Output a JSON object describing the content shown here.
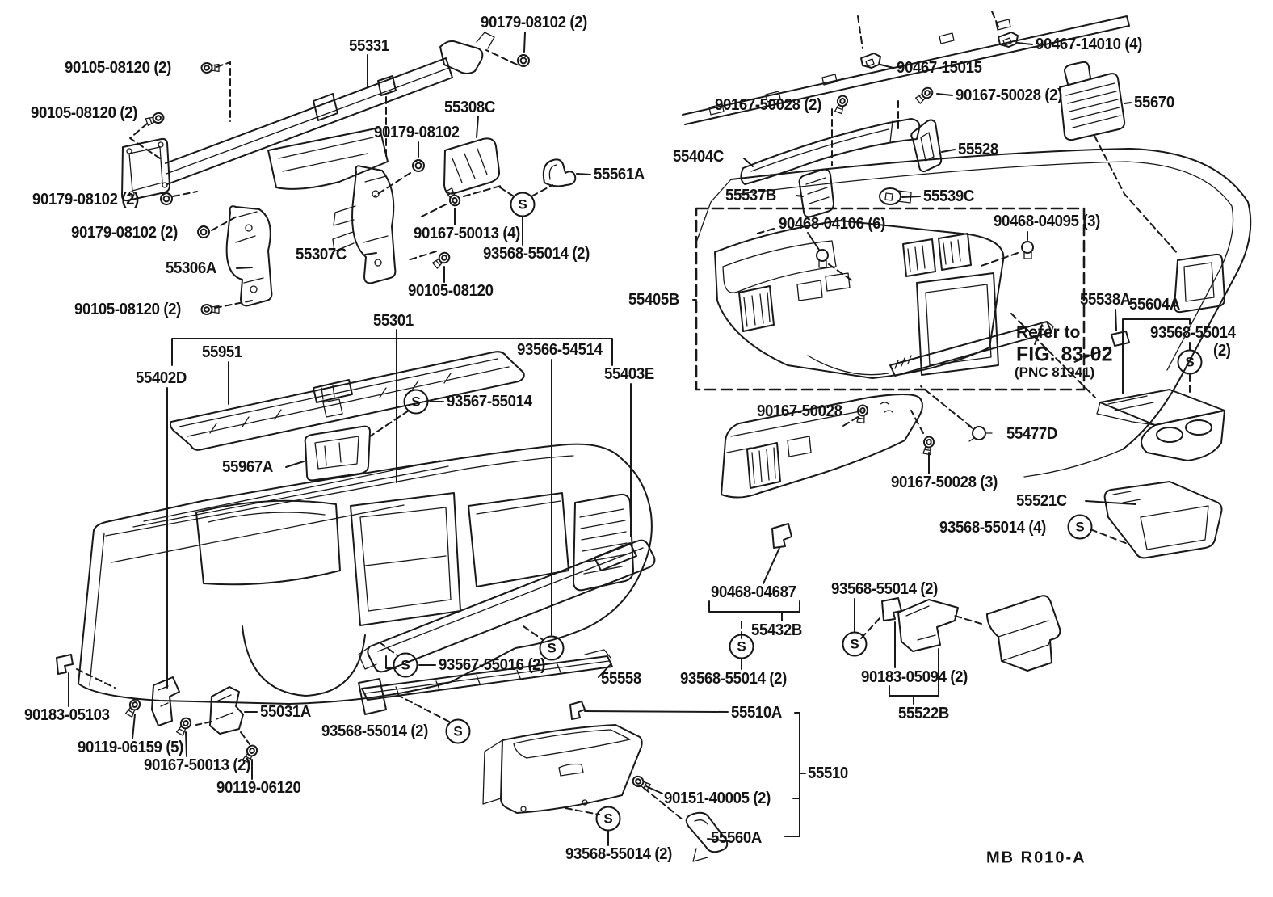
{
  "diagram_title": "Instrument panel and glove compartment parts diagram",
  "ink_color": "#191919",
  "background_color": "#ffffff",
  "s_marker": {
    "text": "S"
  },
  "notes": {
    "line1": "Refer to",
    "line2": "FIG. 83-02",
    "line3": "(PNC 81941)"
  },
  "footer": {
    "code": "MB  R010-A"
  },
  "labels": [
    {
      "text": "90179-08102 (2)"
    },
    {
      "text": "55331"
    },
    {
      "text": "90105-08120 (2)"
    },
    {
      "text": "90105-08120 (2)"
    },
    {
      "text": "55308C"
    },
    {
      "text": "90179-08102"
    },
    {
      "text": "55561A"
    },
    {
      "text": "90179-08102 (2)"
    },
    {
      "text": "90179-08102 (2)"
    },
    {
      "text": "55306A"
    },
    {
      "text": "55307C"
    },
    {
      "text": "90167-50013 (4)"
    },
    {
      "text": "93568-55014 (2)"
    },
    {
      "text": "90105-08120"
    },
    {
      "text": "90105-08120 (2)"
    },
    {
      "text": "55301"
    },
    {
      "text": "55951"
    },
    {
      "text": "93566-54514"
    },
    {
      "text": "55402D"
    },
    {
      "text": "55403E"
    },
    {
      "text": "93567-55014"
    },
    {
      "text": "55967A"
    },
    {
      "text": "90183-05103"
    },
    {
      "text": "55031A"
    },
    {
      "text": "90119-06159 (5)"
    },
    {
      "text": "90167-50013 (2)"
    },
    {
      "text": "90119-06120"
    },
    {
      "text": "93567-55016 (2)"
    },
    {
      "text": "55558"
    },
    {
      "text": "93568-55014 (2)"
    },
    {
      "text": "55510A"
    },
    {
      "text": "55510"
    },
    {
      "text": "90151-40005 (2)"
    },
    {
      "text": "55560A"
    },
    {
      "text": "93568-55014 (2)"
    },
    {
      "text": "90467-14010 (4)"
    },
    {
      "text": "90467-15015"
    },
    {
      "text": "90167-50028 (2)"
    },
    {
      "text": "90167-50028 (2)"
    },
    {
      "text": "55670"
    },
    {
      "text": "55404C"
    },
    {
      "text": "55528"
    },
    {
      "text": "55537B"
    },
    {
      "text": "55539C"
    },
    {
      "text": "90468-04106 (6)"
    },
    {
      "text": "90468-04095 (3)"
    },
    {
      "text": "55405B"
    },
    {
      "text": "55538A"
    },
    {
      "text": "55604A"
    },
    {
      "text": "93568-55014"
    },
    {
      "text": "(2)"
    },
    {
      "text": "90167-50028"
    },
    {
      "text": "55477D"
    },
    {
      "text": "90167-50028 (3)"
    },
    {
      "text": "55521C"
    },
    {
      "text": "93568-55014 (4)"
    },
    {
      "text": "90468-04687"
    },
    {
      "text": "93568-55014 (2)"
    },
    {
      "text": "55432B"
    },
    {
      "text": "93568-55014 (2)"
    },
    {
      "text": "90183-05094 (2)"
    },
    {
      "text": "55522B"
    }
  ]
}
